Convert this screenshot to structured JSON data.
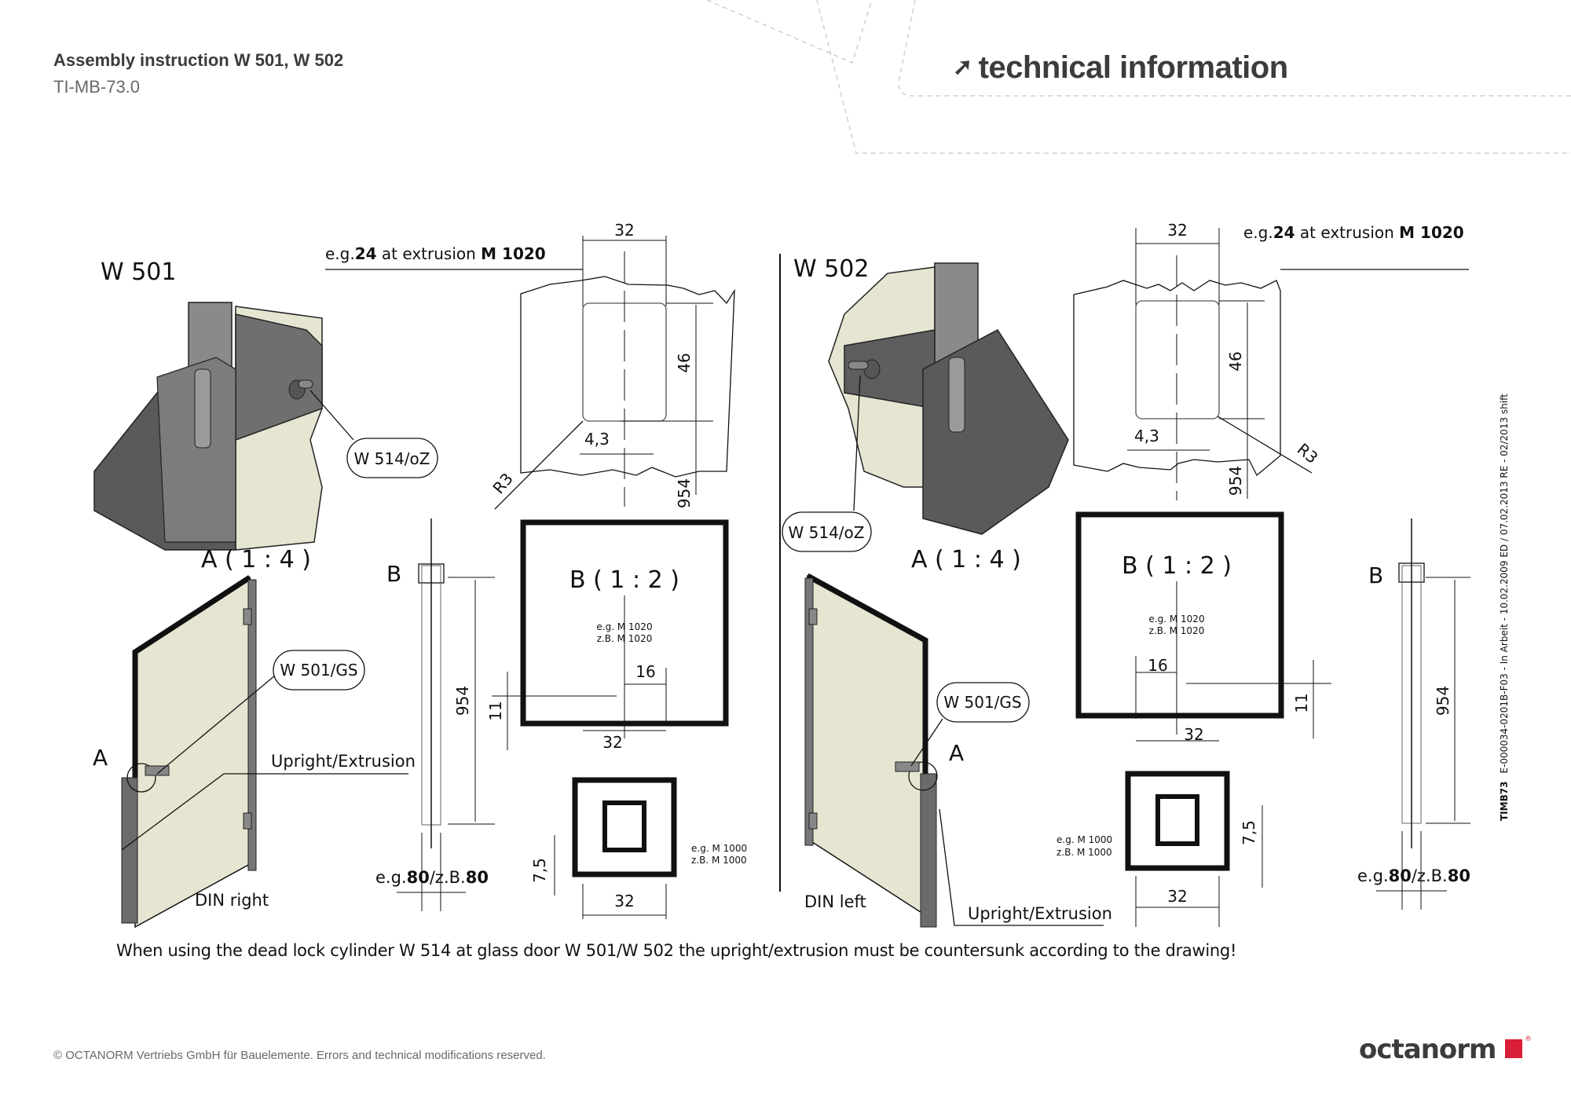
{
  "header": {
    "title": "Assembly instruction W 501, W 502",
    "doc_number": "TI-MB-73.0",
    "section_label": "technical information",
    "section_icon": "arrow-up-right-icon"
  },
  "left_panel": {
    "title": "W 501",
    "detail_label": "A ( 1 : 4 )",
    "callout_cylinder": "W 514/oZ",
    "callout_handle": "W 501/GS",
    "marker_a": "A",
    "marker_b": "B",
    "upright_label": "Upright/Extrusion",
    "din_label": "DIN right",
    "offset_note": {
      "prefix": "e.g.",
      "value": "24",
      "middle": " at extrusion ",
      "profile": "M 1020"
    },
    "cutout": {
      "width": "32",
      "height": "46",
      "slot": "4,3",
      "radius": "R3",
      "elevation": "954"
    },
    "section_label": "B ( 1 : 2 )",
    "section_profile": {
      "line1": "e.g. M 1020",
      "line2": "z.B. M 1020"
    },
    "section_dims": {
      "half_width": "16",
      "depth": "11",
      "width": "32"
    },
    "extrusion_profile": {
      "line1": "e.g. M 1000",
      "line2": "z.B. M 1000"
    },
    "extrusion_dims": {
      "groove": "7,5",
      "width": "32"
    },
    "upright_height": "954",
    "upright_width": {
      "prefix1": "e.g.",
      "value1": "80",
      "prefix2": "/z.B.",
      "value2": "80"
    }
  },
  "right_panel": {
    "title": "W 502",
    "detail_label": "A ( 1 : 4 )",
    "callout_cylinder": "W 514/oZ",
    "callout_handle": "W 501/GS",
    "marker_a": "A",
    "marker_b": "B",
    "upright_label": "Upright/Extrusion",
    "din_label": "DIN left",
    "offset_note": {
      "prefix": "e.g.",
      "value": "24",
      "middle": " at extrusion ",
      "profile": "M 1020"
    },
    "cutout": {
      "width": "32",
      "height": "46",
      "slot": "4,3",
      "radius": "R3",
      "elevation": "954"
    },
    "section_label": "B ( 1 : 2 )",
    "section_profile": {
      "line1": "e.g. M 1020",
      "line2": "z.B. M 1020"
    },
    "section_dims": {
      "half_width": "16",
      "depth": "11",
      "width": "32"
    },
    "extrusion_profile": {
      "line1": "e.g. M 1000",
      "line2": "z.B. M 1000"
    },
    "extrusion_dims": {
      "groove": "7,5",
      "width": "32"
    },
    "upright_height": "954",
    "upright_width": {
      "prefix1": "e.g.",
      "value1": "80",
      "prefix2": "/z.B.",
      "value2": "80"
    }
  },
  "note": "When using the dead lock cylinder W 514 at glass door W 501/W 502 the upright/extrusion must be countersunk according to the drawing!",
  "side_reference": {
    "code": "TIMB73",
    "text": "E-000034-0201B-F03 - In Arbeit - 10.02.2009 ED / 07.02.2013 RE - 02/2013 shift"
  },
  "footer": {
    "copyright": "© OCTANORM Vertriebs GmbH für Bauelemente. Errors and technical modifications reserved.",
    "brand": "octanorm",
    "brand_mark": "®"
  },
  "colors": {
    "text_dark": "#3d3b3c",
    "text_grey": "#6a6869",
    "brand_red": "#d81f37",
    "glass": "#e6e5d2",
    "metal": "#6d6d6d"
  }
}
